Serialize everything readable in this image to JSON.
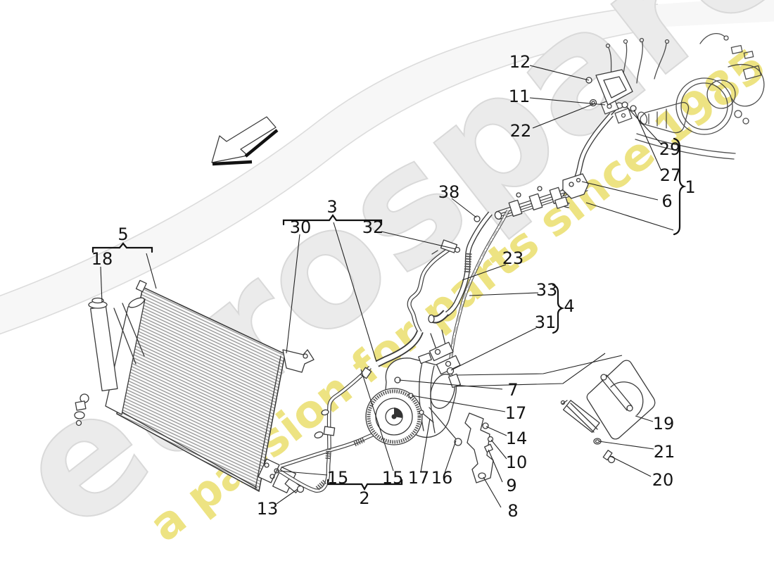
{
  "watermark": {
    "brand": "eurospares",
    "tagline": "a passion for parts since 1985"
  },
  "colors": {
    "tagline_yellow": "#e9dc60",
    "watermark_gray": "#ebebeb",
    "line_art": "#3a3a3a",
    "label_text": "#141414",
    "background": "#ffffff"
  },
  "labels": [
    {
      "part": "12"
    },
    {
      "part": "11"
    },
    {
      "part": "22"
    },
    {
      "part": "29"
    },
    {
      "part": "27"
    },
    {
      "part": "1"
    },
    {
      "part": "6"
    },
    {
      "part": "38"
    },
    {
      "part": "3"
    },
    {
      "part": "30"
    },
    {
      "part": "32"
    },
    {
      "part": "23"
    },
    {
      "part": "33"
    },
    {
      "part": "4"
    },
    {
      "part": "31"
    },
    {
      "part": "5"
    },
    {
      "part": "18"
    },
    {
      "part": "7"
    },
    {
      "part": "17"
    },
    {
      "part": "14"
    },
    {
      "part": "10"
    },
    {
      "part": "9"
    },
    {
      "part": "8"
    },
    {
      "part": "19"
    },
    {
      "part": "21"
    },
    {
      "part": "20"
    },
    {
      "part": "15"
    },
    {
      "part": "15"
    },
    {
      "part": "17"
    },
    {
      "part": "16"
    },
    {
      "part": "2"
    },
    {
      "part": "13"
    }
  ]
}
